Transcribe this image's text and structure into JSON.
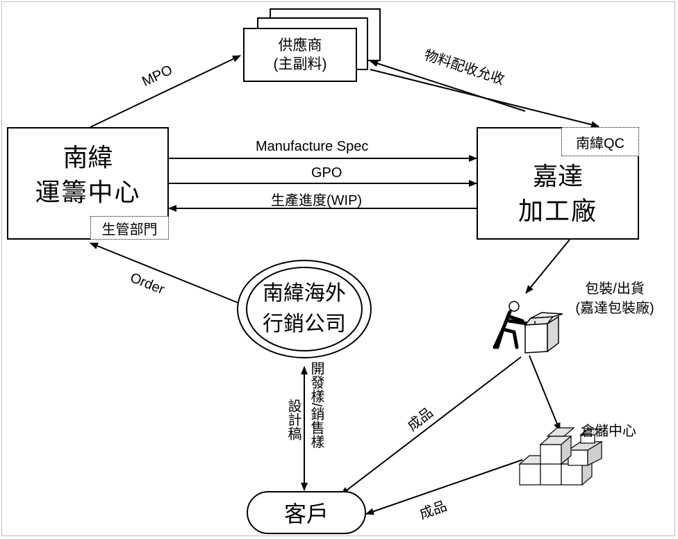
{
  "nodes": {
    "supplier": {
      "line1": "供應商",
      "line2": "(主副料)"
    },
    "nanwei_center": {
      "line1": "南緯",
      "line2": "運籌中心",
      "tag": "生管部門"
    },
    "jiada_factory": {
      "line1": "嘉達",
      "line2": "加工廠",
      "tag": "南緯QC"
    },
    "overseas": {
      "line1": "南緯海外",
      "line2": "行銷公司"
    },
    "packing": {
      "line1": "包裝/出貨",
      "line2": "(嘉達包裝廠)"
    },
    "warehouse": {
      "label": "倉儲中心"
    },
    "customer": {
      "label": "客戶"
    }
  },
  "edges": {
    "mpo": "MPO",
    "material": "物料配收允收",
    "manufacture_spec": "Manufacture Spec",
    "gpo": "GPO",
    "wip": "生產進度(WIP)",
    "order": "Order",
    "finished_goods_1": "成品",
    "finished_goods_2": "成品",
    "design_draft": "設計稿",
    "samples": "開發樣/銷售樣"
  },
  "icons": {
    "packing": "person-packing-box-icon",
    "warehouse": "stacked-boxes-icon"
  }
}
